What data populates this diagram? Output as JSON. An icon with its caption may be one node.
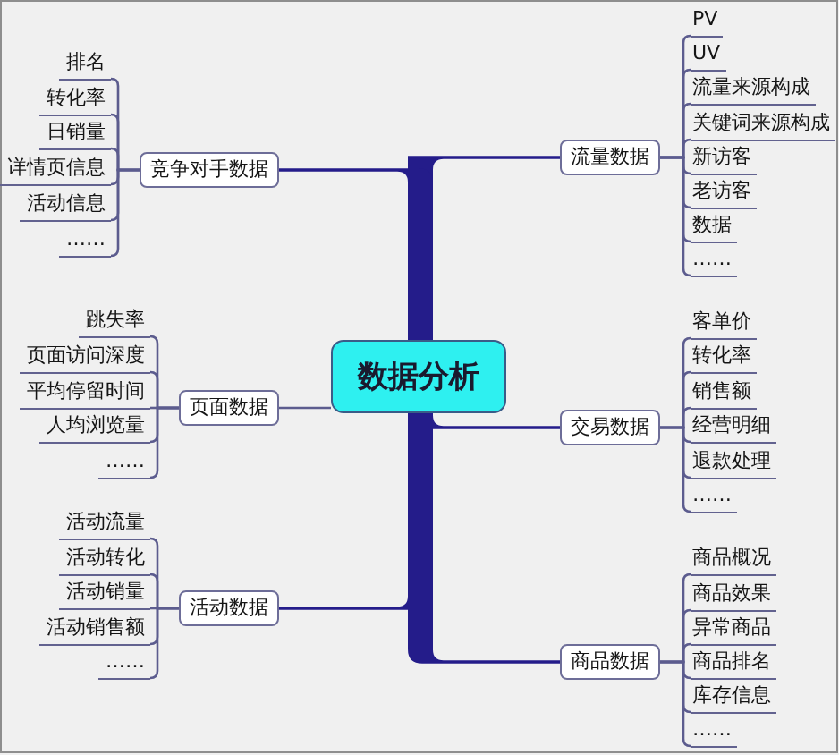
{
  "diagram": {
    "nodes": [
      {
        "text": [
          "数据分析"
        ]
      },
      {
        "text": [
          "流量数据"
        ]
      },
      {
        "text": [
          "PV"
        ]
      },
      {
        "text": [
          "UV"
        ]
      },
      {
        "text": [
          "流量来源构成"
        ]
      },
      {
        "text": [
          "关键词来源构成"
        ]
      },
      {
        "text": [
          "新访客"
        ]
      },
      {
        "text": [
          "老访客"
        ]
      },
      {
        "text": [
          "数据"
        ]
      },
      {
        "text": [
          "……"
        ]
      },
      {
        "text": [
          "交易数据"
        ]
      },
      {
        "text": [
          "客单价"
        ]
      },
      {
        "text": [
          "转化率"
        ]
      },
      {
        "text": [
          "销售额"
        ]
      },
      {
        "text": [
          "经营明细"
        ]
      },
      {
        "text": [
          "退款处理"
        ]
      },
      {
        "text": [
          "……"
        ]
      },
      {
        "text": [
          "商品数据"
        ]
      },
      {
        "text": [
          "商品概况"
        ]
      },
      {
        "text": [
          "商品效果"
        ]
      },
      {
        "text": [
          "异常商品"
        ]
      },
      {
        "text": [
          "商品排名"
        ]
      },
      {
        "text": [
          "库存信息"
        ]
      },
      {
        "text": [
          "……"
        ]
      },
      {
        "text": [
          "竞争对手数据"
        ]
      },
      {
        "text": [
          "排名"
        ]
      },
      {
        "text": [
          "转化率"
        ]
      },
      {
        "text": [
          "日销量"
        ]
      },
      {
        "text": [
          "详情页信息"
        ]
      },
      {
        "text": [
          "活动信息"
        ]
      },
      {
        "text": [
          "……"
        ]
      },
      {
        "text": [
          "页面数据"
        ]
      },
      {
        "text": [
          "跳失率"
        ]
      },
      {
        "text": [
          "页面访问深度"
        ]
      },
      {
        "text": [
          "平均停留时间"
        ]
      },
      {
        "text": [
          "人均浏览量"
        ]
      },
      {
        "text": [
          "……"
        ]
      },
      {
        "text": [
          "活动数据"
        ]
      },
      {
        "text": [
          "活动流量"
        ]
      },
      {
        "text": [
          "活动转化"
        ]
      },
      {
        "text": [
          "活动销量"
        ]
      },
      {
        "text": [
          "活动销售额"
        ]
      },
      {
        "text": [
          "……"
        ]
      }
    ],
    "edges": [
      {
        "from": 0,
        "to": 1,
        "arrow": "none",
        "style": "thick",
        "color": "#241c8a"
      },
      {
        "from": 0,
        "to": 10,
        "arrow": "none",
        "style": "thick",
        "color": "#241c8a"
      },
      {
        "from": 0,
        "to": 17,
        "arrow": "none",
        "style": "thick",
        "color": "#241c8a"
      },
      {
        "from": 0,
        "to": 24,
        "arrow": "none",
        "style": "thick",
        "color": "#241c8a"
      },
      {
        "from": 0,
        "to": 31,
        "arrow": "none"
      },
      {
        "from": 0,
        "to": 37,
        "arrow": "none",
        "style": "thick",
        "color": "#241c8a"
      },
      {
        "from": 1,
        "to": 2,
        "arrow": "none"
      },
      {
        "from": 1,
        "to": 3,
        "arrow": "none"
      },
      {
        "from": 1,
        "to": 4,
        "arrow": "none"
      },
      {
        "from": 1,
        "to": 5,
        "arrow": "none"
      },
      {
        "from": 1,
        "to": 6,
        "arrow": "none"
      },
      {
        "from": 1,
        "to": 7,
        "arrow": "none"
      },
      {
        "from": 1,
        "to": 8,
        "arrow": "none"
      },
      {
        "from": 1,
        "to": 9,
        "arrow": "none"
      },
      {
        "from": 10,
        "to": 11,
        "arrow": "none"
      },
      {
        "from": 10,
        "to": 12,
        "arrow": "none"
      },
      {
        "from": 10,
        "to": 13,
        "arrow": "none"
      },
      {
        "from": 10,
        "to": 14,
        "arrow": "none"
      },
      {
        "from": 10,
        "to": 15,
        "arrow": "none"
      },
      {
        "from": 10,
        "to": 16,
        "arrow": "none"
      },
      {
        "from": 17,
        "to": 18,
        "arrow": "none"
      },
      {
        "from": 17,
        "to": 19,
        "arrow": "none"
      },
      {
        "from": 17,
        "to": 20,
        "arrow": "none"
      },
      {
        "from": 17,
        "to": 21,
        "arrow": "none"
      },
      {
        "from": 17,
        "to": 22,
        "arrow": "none"
      },
      {
        "from": 17,
        "to": 23,
        "arrow": "none"
      },
      {
        "from": 24,
        "to": 25,
        "arrow": "none"
      },
      {
        "from": 24,
        "to": 26,
        "arrow": "none"
      },
      {
        "from": 24,
        "to": 27,
        "arrow": "none"
      },
      {
        "from": 24,
        "to": 28,
        "arrow": "none"
      },
      {
        "from": 24,
        "to": 29,
        "arrow": "none"
      },
      {
        "from": 24,
        "to": 30,
        "arrow": "none"
      },
      {
        "from": 31,
        "to": 32,
        "arrow": "none"
      },
      {
        "from": 31,
        "to": 33,
        "arrow": "none"
      },
      {
        "from": 31,
        "to": 34,
        "arrow": "none"
      },
      {
        "from": 31,
        "to": 35,
        "arrow": "none"
      },
      {
        "from": 31,
        "to": 36,
        "arrow": "none"
      },
      {
        "from": 37,
        "to": 38,
        "arrow": "none"
      },
      {
        "from": 37,
        "to": 39,
        "arrow": "none"
      },
      {
        "from": 37,
        "to": 40,
        "arrow": "none"
      },
      {
        "from": 37,
        "to": 41,
        "arrow": "none"
      },
      {
        "from": 37,
        "to": 42,
        "arrow": "none"
      }
    ]
  }
}
